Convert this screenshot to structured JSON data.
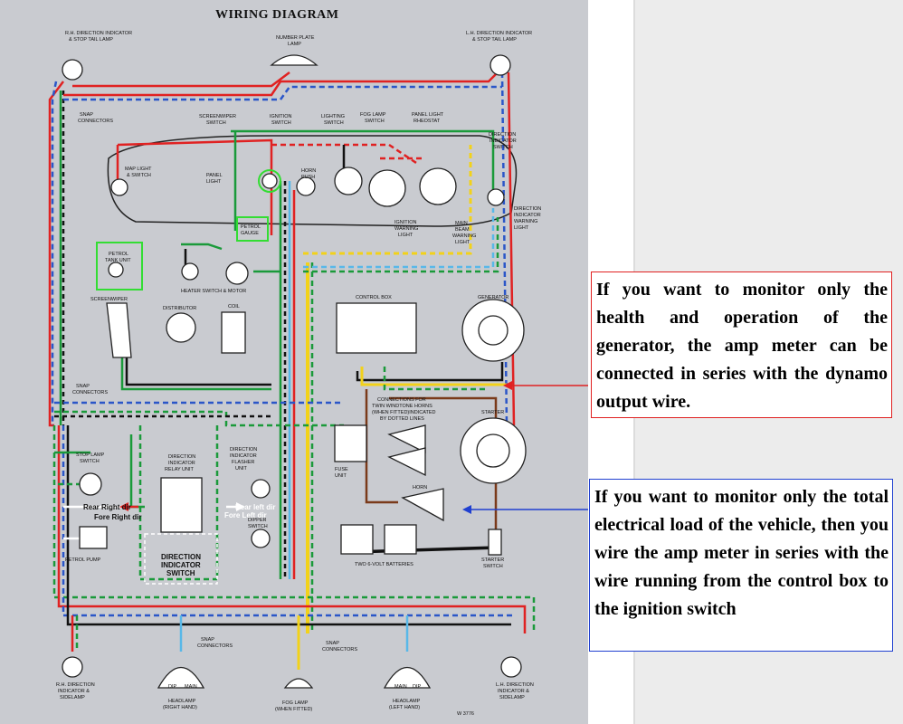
{
  "diagram": {
    "title": "WIRING DIAGRAM",
    "part_number": "W 3776",
    "labels": {
      "rh_stop_tail": [
        "R.H. DIRECTION INDICATOR",
        "& STOP TAIL LAMP"
      ],
      "number_plate": [
        "NUMBER PLATE",
        "LAMP"
      ],
      "lh_stop_tail": [
        "L.H. DIRECTION INDICATOR",
        "& STOP TAIL LAMP"
      ],
      "snap_connectors_top": [
        "SNAP",
        "CONNECTORS"
      ],
      "screenwiper_switch": [
        "SCREENWIPER",
        "SWITCH"
      ],
      "ignition_switch": [
        "IGNITION",
        "SWITCH"
      ],
      "lighting_switch": [
        "LIGHTING",
        "SWITCH"
      ],
      "fog_lamp_switch": [
        "FOG LAMP",
        "SWITCH"
      ],
      "panel_light_rheostat": [
        "PANEL LIGHT",
        "RHEOSTAT"
      ],
      "direction_indicator_switch": [
        "DIRECTION",
        "INDICATOR",
        "SWITCH"
      ],
      "map_light": [
        "MAP LIGHT",
        "& SWITCH"
      ],
      "panel_light": [
        "PANEL",
        "LIGHT"
      ],
      "horn_push": [
        "HORN",
        "PUSH"
      ],
      "petrol_gauge": [
        "PETROL",
        "GAUGE"
      ],
      "ignition_warning": [
        "IGNITION",
        "WARNING",
        "LIGHT"
      ],
      "main_beam_warning": [
        "MAIN",
        "BEAM",
        "WARNING",
        "LIGHT"
      ],
      "direction_warning": [
        "DIRECTION",
        "INDICATOR",
        "WARNING",
        "LIGHT"
      ],
      "petrol_tank_unit": [
        "PETROL",
        "TANK UNIT"
      ],
      "heater_switch": "HEATER SWITCH & MOTOR",
      "screenwiper": "SCREENWIPER",
      "distributor": "DISTRIBUTOR",
      "coil": "COIL",
      "control_box": "CONTROL BOX",
      "generator": "GENERATOR",
      "snap_connectors_mid": [
        "SNAP",
        "CONNECTORS"
      ],
      "twin_horns_note": [
        "CONNECTIONS FOR",
        "TWIN WINDTONE HORNS",
        "(WHEN FITTED)INDICATED",
        "BY DOTTED LINES"
      ],
      "starter": "STARTER",
      "stop_lamp_switch": [
        "STOP LAMP",
        "SWITCH"
      ],
      "relay_unit": [
        "DIRECTION",
        "INDICATOR",
        "RELAY UNIT"
      ],
      "flasher_unit": [
        "DIRECTION",
        "INDICATOR",
        "FLASHER",
        "UNIT"
      ],
      "fuse_unit": [
        "FUSE",
        "UNIT"
      ],
      "horn": "HORN",
      "dipper_switch": [
        "DIPPER",
        "SWITCH"
      ],
      "batteries": "TWO 6-VOLT BATTERIES",
      "starter_switch": [
        "STARTER",
        "SWITCH"
      ],
      "petrol_pump": "PETROL PUMP",
      "rear_right_dir": "Rear Right dir",
      "fore_right_dir": "Fore Right dir",
      "rear_left_dir": "Rear left dir",
      "fore_left_dir": "Fore Left dir",
      "direction_indicator_switch_box": [
        "DIRECTION",
        "INDICATOR",
        "SWITCH"
      ],
      "snap_connectors_bottom_left": [
        "SNAP",
        "CONNECTORS"
      ],
      "snap_connectors_bottom_right": [
        "SNAP",
        "CONNECTORS"
      ],
      "rh_sidelamp": [
        "R.H. DIRECTION",
        "INDICATOR &",
        "SIDELAMP"
      ],
      "lh_sidelamp": [
        "L.H. DIRECTION",
        "INDICATOR &",
        "SIDELAMP"
      ],
      "headlamp_right": [
        "HEADLAMP",
        "(RIGHT HAND)"
      ],
      "headlamp_left": [
        "HEADLAMP",
        "(LEFT HAND)"
      ],
      "fog_lamp": [
        "FOG LAMP",
        "(WHEN FITTED)"
      ],
      "dip": "DIP",
      "main": "MAIN"
    }
  },
  "callouts": [
    {
      "text": "If you want to monitor only the health and operation of the generator, the amp meter can be connected in series with the dynamo output wire.",
      "border_color": "#e02020"
    },
    {
      "text": "If you want to monitor only the total electrical load of the vehicle, then you wire the amp meter in series with the wire running from the control box to the ignition switch",
      "border_color": "#2040d0"
    }
  ],
  "colors": {
    "wire_red": "#e02222",
    "wire_green": "#1a9a3a",
    "wire_blue": "#2b56c8",
    "wire_yellow": "#f2d21a",
    "wire_lightblue": "#58b8e8",
    "wire_brown": "#7a3a1a",
    "highlight_green": "#33dd33"
  }
}
